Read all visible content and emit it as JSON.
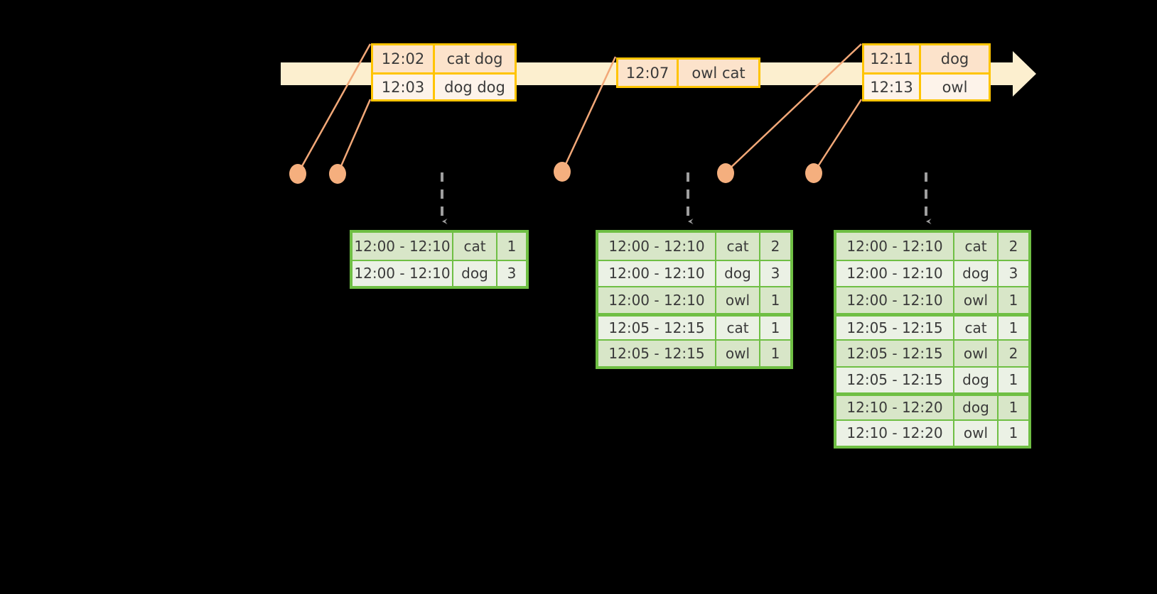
{
  "diagram": {
    "title": "windowed-stream-aggregation",
    "colors": {
      "background": "#000000",
      "timeline_fill": "#FCEFCF",
      "event_border": "#FFC400",
      "event_fill_a": "#FCE3CB",
      "event_fill_b": "#FDF3EA",
      "connector": "#F2A878",
      "dot": "#F5AF7E",
      "table_border": "#6FBF44",
      "table_fill_a": "#D8E6C8",
      "table_fill_b": "#EBF1E5",
      "arrow": "#9E9E9E"
    }
  },
  "timeline": {
    "name": "event-time-axis",
    "direction": "right",
    "events": [
      {
        "id": "event-group-1",
        "rows": [
          {
            "time": "12:02",
            "words": "cat dog"
          },
          {
            "time": "12:03",
            "words": "dog dog"
          }
        ]
      },
      {
        "id": "event-group-2",
        "rows": [
          {
            "time": "12:07",
            "words": "owl cat"
          }
        ]
      },
      {
        "id": "event-group-3",
        "rows": [
          {
            "time": "12:11",
            "words": "dog"
          },
          {
            "time": "12:13",
            "words": "owl"
          }
        ]
      }
    ]
  },
  "dots": [
    {
      "name": "event-dot-1"
    },
    {
      "name": "event-dot-2"
    },
    {
      "name": "event-dot-3"
    },
    {
      "name": "event-dot-4"
    },
    {
      "name": "event-dot-5"
    }
  ],
  "results": [
    {
      "name": "result-table-1",
      "rows": [
        {
          "window": "12:00 - 12:10",
          "key": "cat",
          "count": "1",
          "group": 0
        },
        {
          "window": "12:00 - 12:10",
          "key": "dog",
          "count": "3",
          "group": 0
        }
      ]
    },
    {
      "name": "result-table-2",
      "rows": [
        {
          "window": "12:00 - 12:10",
          "key": "cat",
          "count": "2",
          "group": 0
        },
        {
          "window": "12:00 - 12:10",
          "key": "dog",
          "count": "3",
          "group": 0
        },
        {
          "window": "12:00 - 12:10",
          "key": "owl",
          "count": "1",
          "group": 0
        },
        {
          "window": "12:05 - 12:15",
          "key": "cat",
          "count": "1",
          "group": 1
        },
        {
          "window": "12:05 - 12:15",
          "key": "owl",
          "count": "1",
          "group": 1
        }
      ]
    },
    {
      "name": "result-table-3",
      "rows": [
        {
          "window": "12:00 - 12:10",
          "key": "cat",
          "count": "2",
          "group": 0
        },
        {
          "window": "12:00 - 12:10",
          "key": "dog",
          "count": "3",
          "group": 0
        },
        {
          "window": "12:00 - 12:10",
          "key": "owl",
          "count": "1",
          "group": 0
        },
        {
          "window": "12:05 - 12:15",
          "key": "cat",
          "count": "1",
          "group": 1
        },
        {
          "window": "12:05 - 12:15",
          "key": "owl",
          "count": "2",
          "group": 1
        },
        {
          "window": "12:05 - 12:15",
          "key": "dog",
          "count": "1",
          "group": 1
        },
        {
          "window": "12:10 - 12:20",
          "key": "dog",
          "count": "1",
          "group": 2
        },
        {
          "window": "12:10 - 12:20",
          "key": "owl",
          "count": "1",
          "group": 2
        }
      ]
    }
  ]
}
